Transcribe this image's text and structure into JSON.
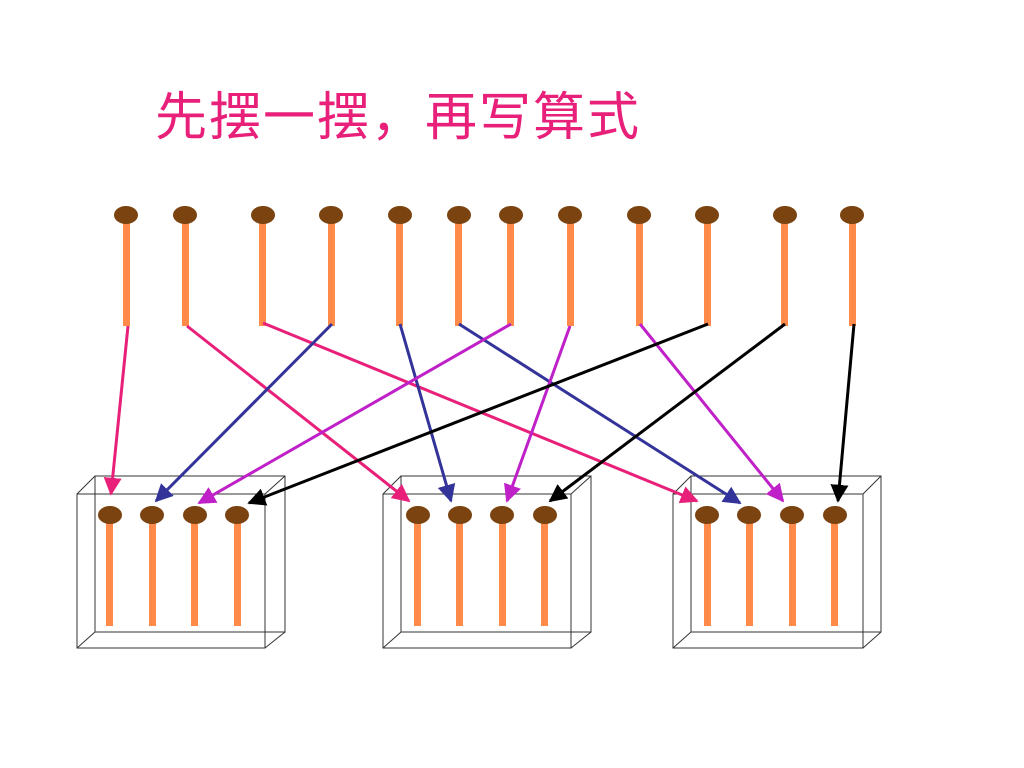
{
  "slide": {
    "title": "先摆一摆，再写算式"
  },
  "colors": {
    "title": "#e8207a",
    "match_stick": "#ff8a4a",
    "match_head": "#7a4310",
    "box_stroke": "#333333",
    "arrows": [
      "#e8207a",
      "#333399",
      "#c020c8",
      "#000000"
    ]
  },
  "diagram": {
    "source_matches": 12,
    "boxes": 3,
    "matches_per_box": 4,
    "icon_names": [
      "matchstick",
      "box",
      "arrow"
    ]
  }
}
